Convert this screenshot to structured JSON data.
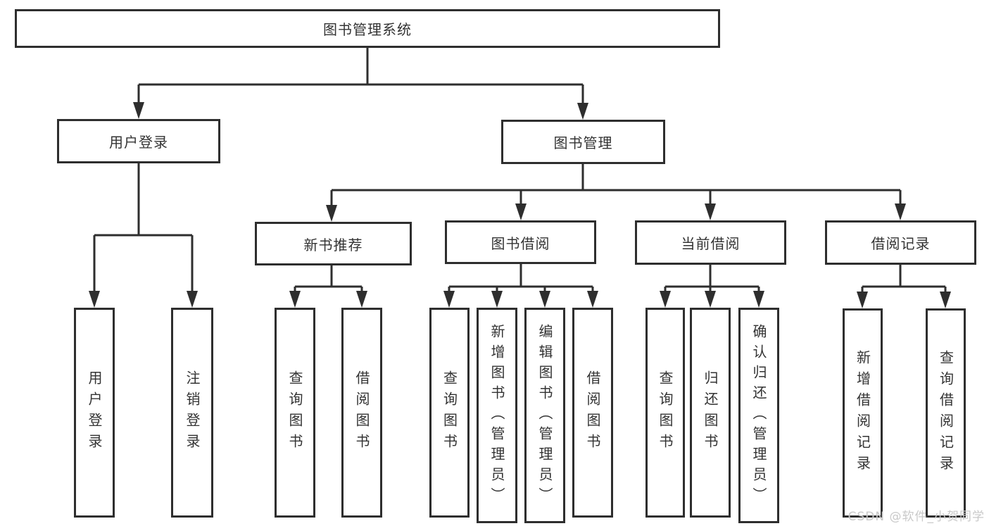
{
  "diagram": {
    "tree": {
      "label": "图书管理系统",
      "children": [
        {
          "label": "用户登录",
          "children": [
            {
              "label": "用户登录"
            },
            {
              "label": "注销登录"
            }
          ]
        },
        {
          "label": "图书管理",
          "children": [
            {
              "label": "新书推荐",
              "children": [
                {
                  "label": "查询图书"
                },
                {
                  "label": "借阅图书"
                }
              ]
            },
            {
              "label": "图书借阅",
              "children": [
                {
                  "label": "查询图书"
                },
                {
                  "label": "新增图书（管理员）"
                },
                {
                  "label": "编辑图书（管理员）"
                },
                {
                  "label": "借阅图书"
                }
              ]
            },
            {
              "label": "当前借阅",
              "children": [
                {
                  "label": "查询图书"
                },
                {
                  "label": "归还图书"
                },
                {
                  "label": "确认归还（管理员）"
                }
              ]
            },
            {
              "label": "借阅记录",
              "children": [
                {
                  "label": "新增借阅记录"
                },
                {
                  "label": "查询借阅记录"
                }
              ]
            }
          ]
        }
      ]
    }
  },
  "watermark": {
    "text": "CSDN @软件_小贺同学"
  },
  "colors": {
    "line": "#2e2e2e",
    "text": "#333333",
    "background": "#ffffff",
    "watermark": "#c9c9c9"
  }
}
